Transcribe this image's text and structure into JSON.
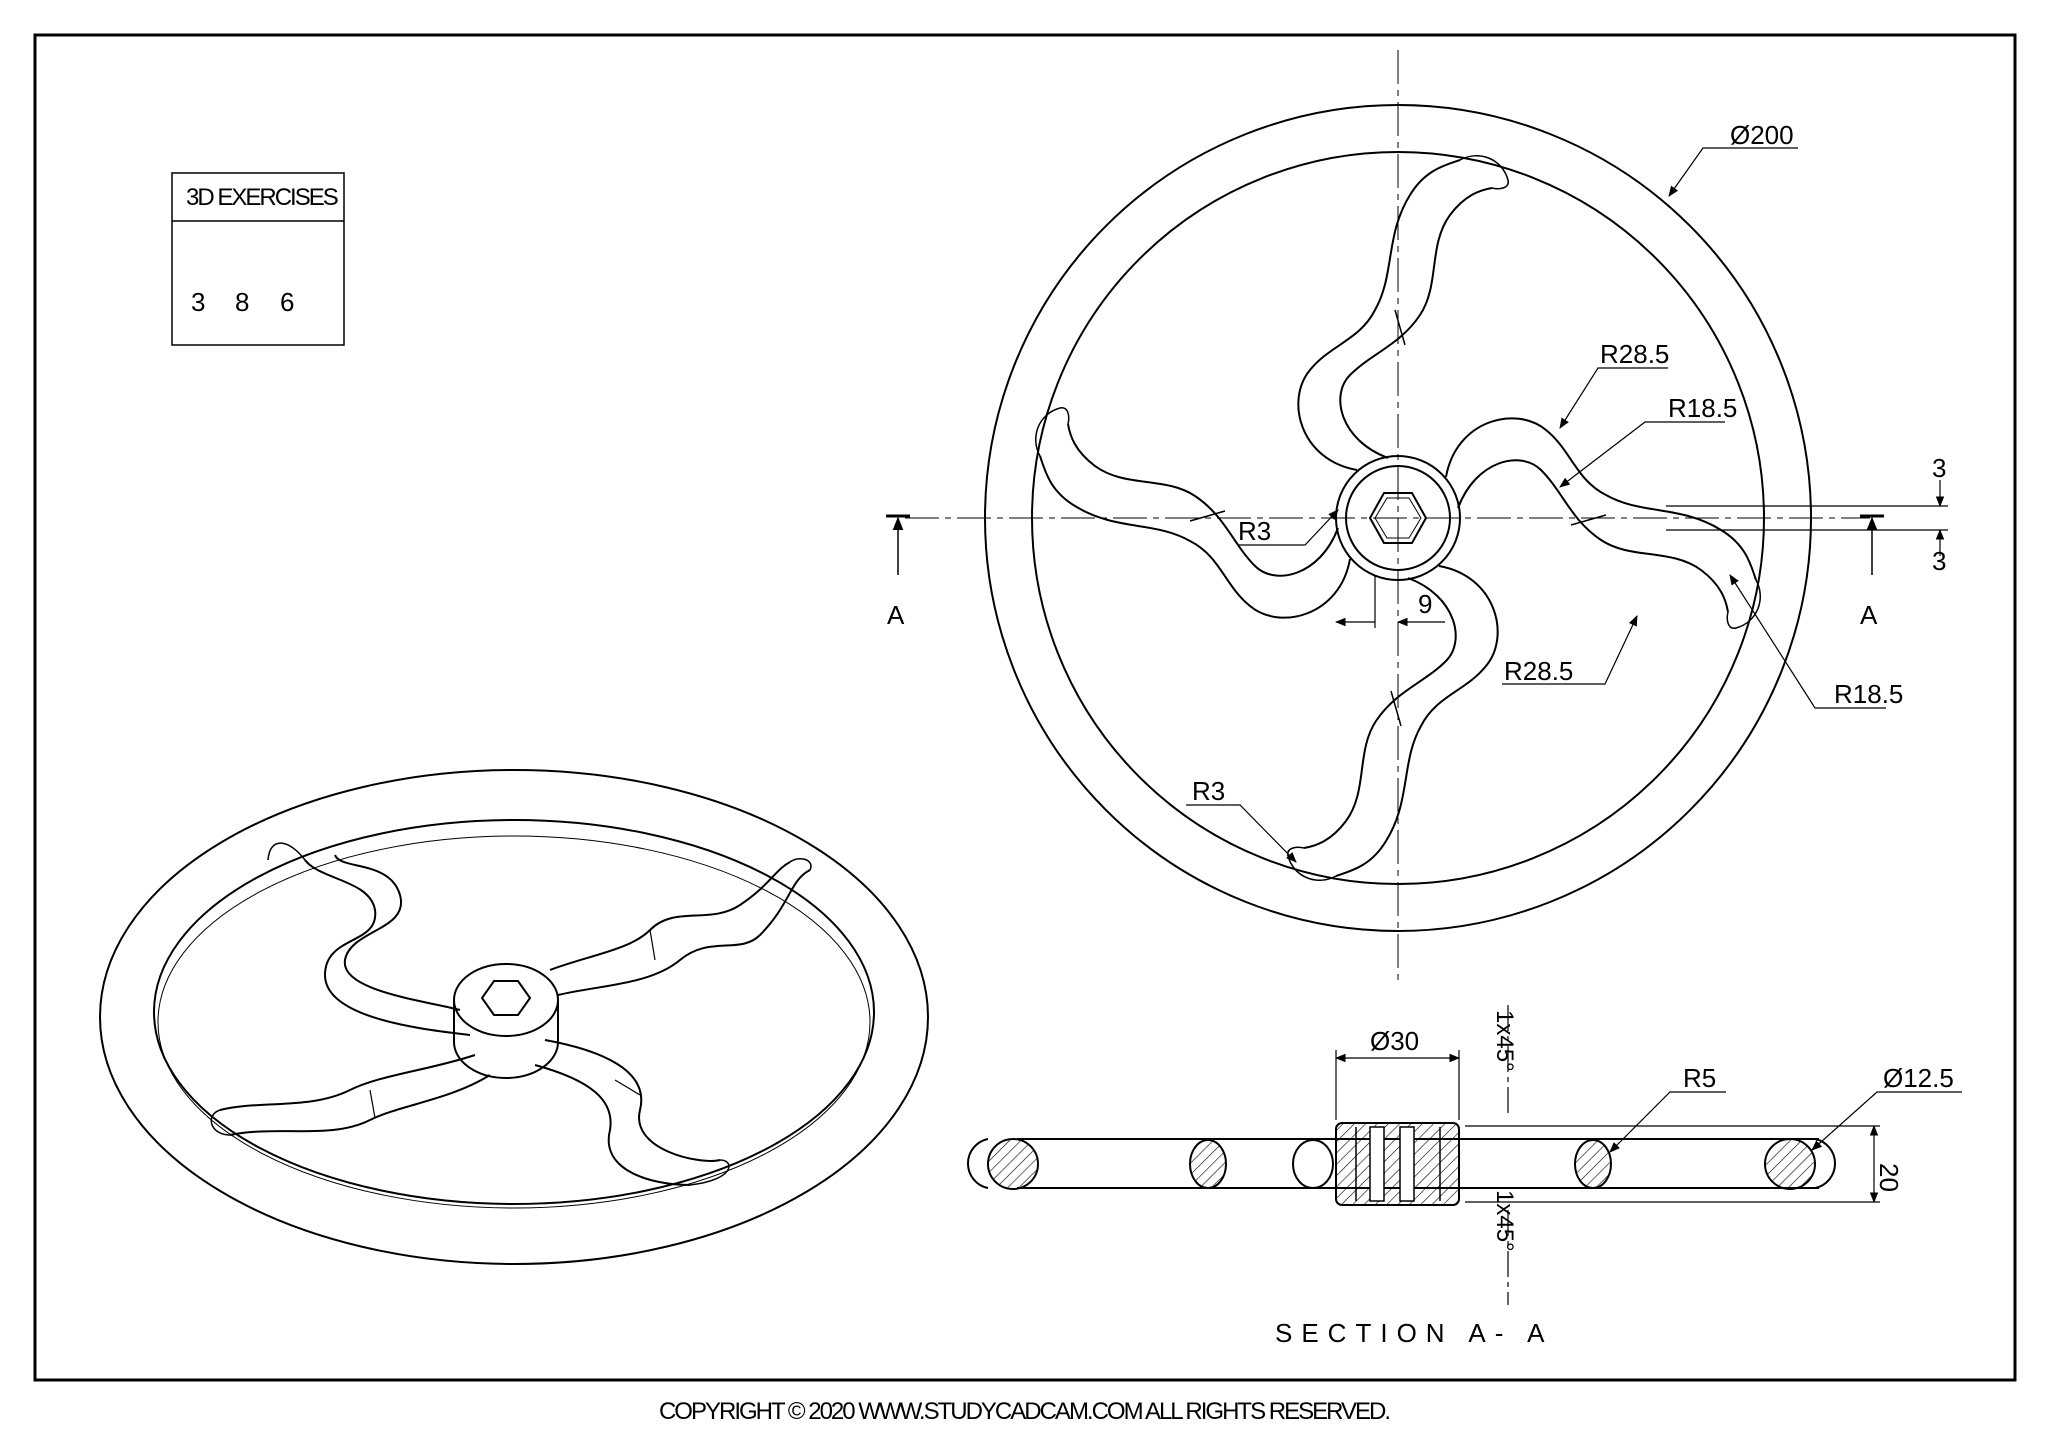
{
  "exercise_box": {
    "title": "3D EXERCISES",
    "digits": [
      "3",
      "8",
      "6"
    ]
  },
  "front_view": {
    "dimensions": {
      "outer_diameter": "Ø200",
      "arm_outer_radius_top": "R28.5",
      "arm_inner_radius_top": "R18.5",
      "arm_outer_radius_bottom": "R28.5",
      "arm_inner_radius_bottom": "R18.5",
      "fillet_left": "R3",
      "fillet_bottom": "R3",
      "hub_offset": "9",
      "offset_upper": "3",
      "offset_lower": "3"
    },
    "section_markers": [
      "A",
      "A"
    ]
  },
  "section_view": {
    "title": "SECTION A- A",
    "dimensions": {
      "hub_diameter": "Ø30",
      "fillet": "R5",
      "rim_diameter": "Ø12.5",
      "thickness": "20",
      "chamfer_top": "1x45°",
      "chamfer_bottom": "1x45°"
    }
  },
  "footer": {
    "copyright": "COPYRIGHT © 2020 WWW.STUDYCADCAM.COM ALL RIGHTS RESERVED."
  }
}
